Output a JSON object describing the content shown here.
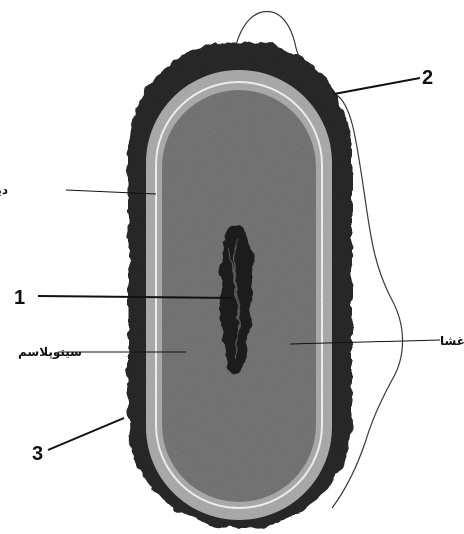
{
  "diagram": {
    "labels": {
      "num_1": "1",
      "num_2": "2",
      "num_3": "3",
      "cell_wall": "دیوارهٔ سلول",
      "cytoplasm": "سیتوپلاسم",
      "membrane": "غشا"
    },
    "colors": {
      "background": "#ffffff",
      "capsule": "#2b2b2b",
      "cell_wall_ring": "#b3b3b3",
      "membrane_line": "#ececec",
      "cytoplasm": "#7a7a7a",
      "nucleoid": "#1e1e1e",
      "leader_line": "#111111"
    }
  }
}
